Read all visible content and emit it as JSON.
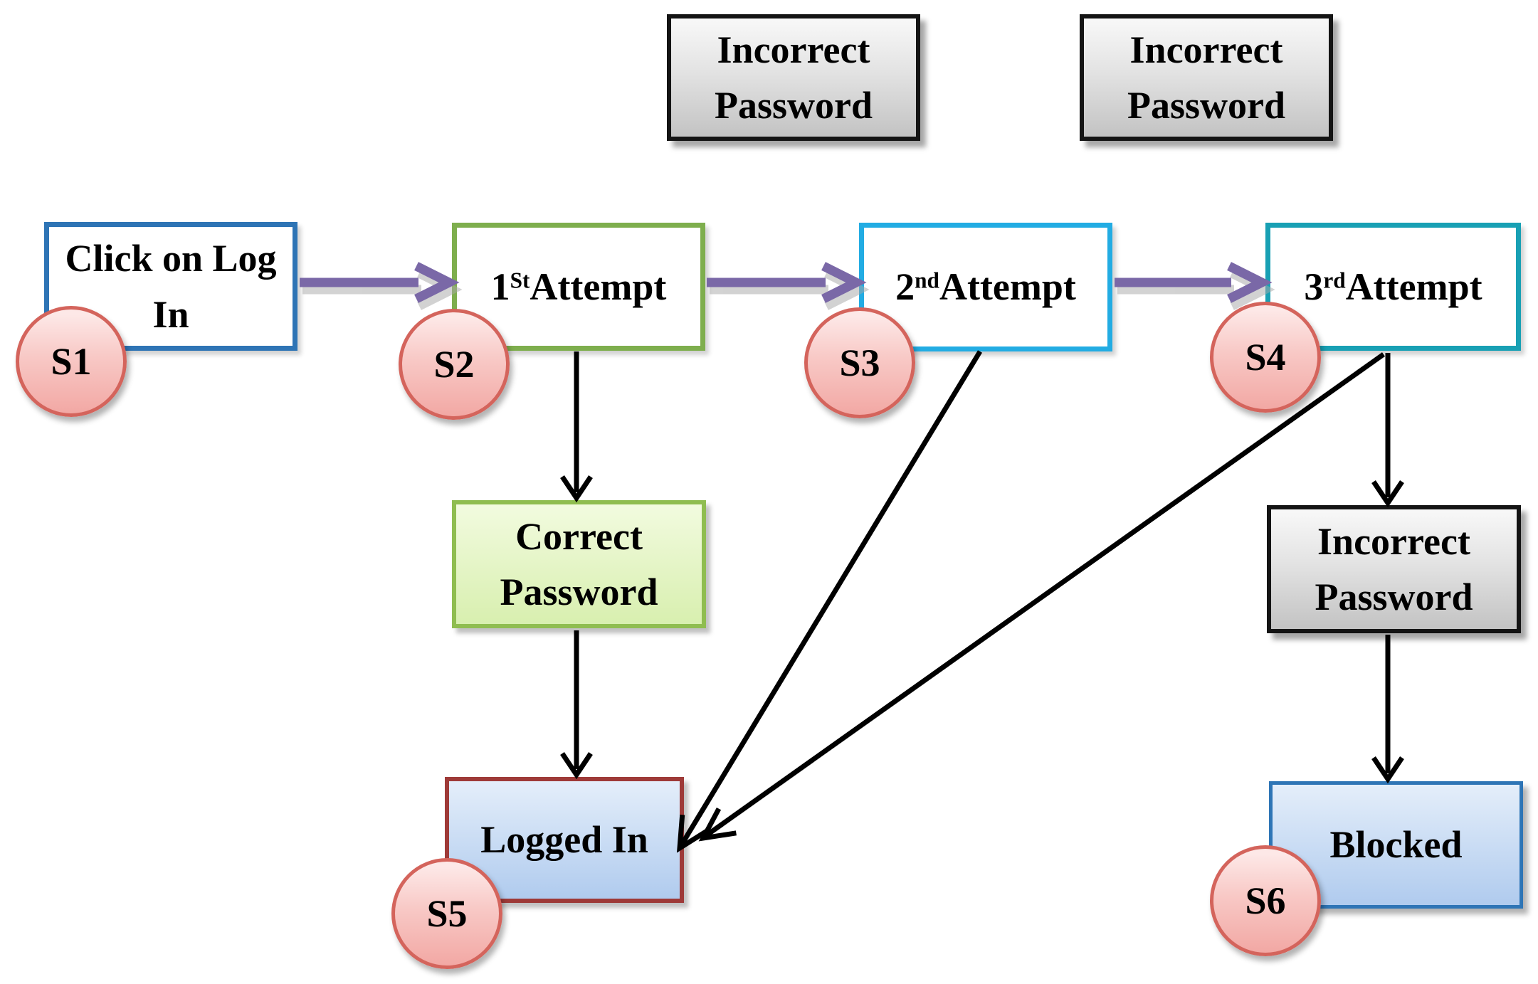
{
  "nodes": {
    "incorrect_password_top1": {
      "line1": "Incorrect",
      "line2": "Password"
    },
    "incorrect_password_top2": {
      "line1": "Incorrect",
      "line2": "Password"
    },
    "click_login": {
      "line1": "Click on Log",
      "line2": "In"
    },
    "attempt1": {
      "num": "1",
      "sup": "St",
      "rest": "Attempt"
    },
    "attempt2": {
      "num": "2",
      "sup": "nd",
      "rest": "Attempt"
    },
    "attempt3": {
      "num": "3",
      "sup": "rd",
      "rest": "Attempt"
    },
    "correct_password": {
      "line1": "Correct",
      "line2": "Password"
    },
    "incorrect_password_mid": {
      "line1": "Incorrect",
      "line2": "Password"
    },
    "logged_in": {
      "label": "Logged In"
    },
    "blocked": {
      "label": "Blocked"
    }
  },
  "states": {
    "s1": "S1",
    "s2": "S2",
    "s3": "S3",
    "s4": "S4",
    "s5": "S5",
    "s6": "S6"
  },
  "colors": {
    "transition_arrow_purple": "#7A68A7",
    "flow_arrow_black": "#000000",
    "state_circle_fill": "#F8C9C6",
    "state_circle_border": "#D4645C",
    "click_login_border": "#2E74B5",
    "attempt1_border": "#7EAE4D",
    "attempt2_border": "#22ACE3",
    "attempt3_border": "#18A0B4",
    "incorrect_password_fill": "#D9D9D9",
    "incorrect_password_border": "#141414",
    "correct_password_fill": "#D8EFAF",
    "correct_password_border": "#8FBD50",
    "logged_in_fill": "#B0CBEE",
    "logged_in_border": "#9E3A38",
    "blocked_fill": "#B0CBEE",
    "blocked_border": "#2E75B6"
  }
}
